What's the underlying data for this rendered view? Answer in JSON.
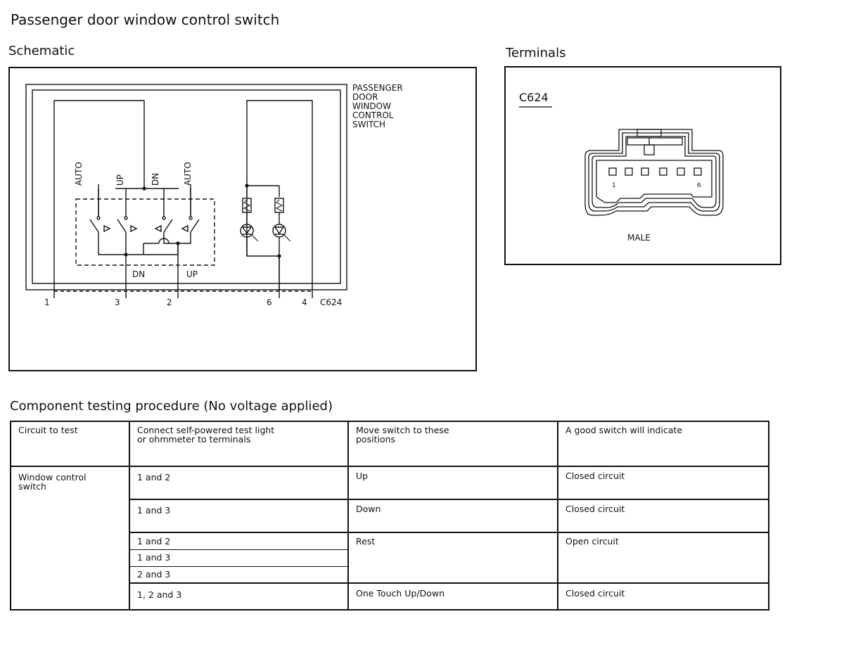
{
  "title": "Passenger door window control switch",
  "schematic": {
    "heading": "Schematic",
    "component_label": [
      "PASSENGER",
      "DOOR",
      "WINDOW",
      "CONTROL",
      "SWITCH"
    ],
    "switch_labels": [
      "AUTO",
      "UP",
      "DN",
      "AUTO"
    ],
    "common_labels": [
      "DN",
      "UP"
    ],
    "pin_labels": [
      "1",
      "3",
      "2",
      "6",
      "4"
    ],
    "connector_label": "C624"
  },
  "terminals": {
    "heading": "Terminals",
    "connector_id": "C624",
    "pin_first": "1",
    "pin_last": "6",
    "gender": "MALE"
  },
  "procedure": {
    "heading": "Component testing procedure (No voltage applied)",
    "headers": [
      "Circuit to test",
      "Connect self-powered test light or ohmmeter to terminals",
      "Move switch to these positions",
      "A good switch will indicate"
    ],
    "circuit": "Window control switch",
    "rows": [
      {
        "terminals": "1 and 2",
        "position": "Up",
        "result": "Closed circuit"
      },
      {
        "terminals": "1 and 3",
        "position": "Down",
        "result": "Closed circuit"
      },
      {
        "terminals": "1 and 2",
        "position": "Rest",
        "result": "Open circuit"
      },
      {
        "terminals": "1 and 3"
      },
      {
        "terminals": "2 and 3"
      },
      {
        "terminals": "1, 2 and 3",
        "position": "One Touch Up/Down",
        "result": "Closed circuit"
      }
    ]
  }
}
